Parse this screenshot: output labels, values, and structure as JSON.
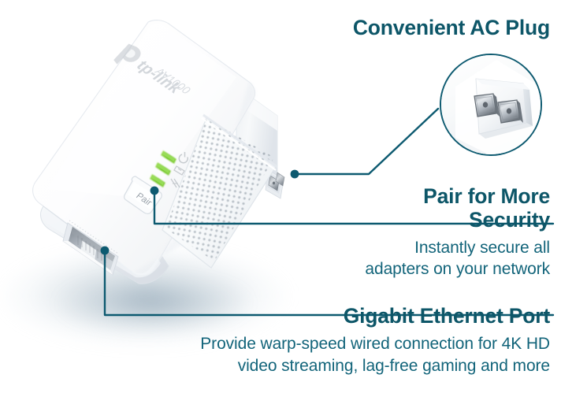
{
  "product": {
    "brand": "tp-link",
    "model_label": "AV1000",
    "pair_button_label": "Pair",
    "leds": [
      {
        "name": "power-led",
        "icon": "power-icon",
        "color": "#7ac943",
        "state": "on"
      },
      {
        "name": "powerline-led",
        "icon": "powerline-icon",
        "color": "#7ac943",
        "state": "on"
      },
      {
        "name": "ethernet-led",
        "icon": "ethernet-icon",
        "color": "#7ac943",
        "state": "on"
      }
    ]
  },
  "callouts": [
    {
      "id": "ac-plug",
      "title": "Convenient AC Plug",
      "subtitle": "",
      "anchor_label": "ac-plug-anchor"
    },
    {
      "id": "pair",
      "title_line1": "Pair for More",
      "title_line2": "Security",
      "subtitle_line1": "Instantly secure all",
      "subtitle_line2": "adapters on your network",
      "anchor_label": "pair-button-anchor"
    },
    {
      "id": "ethernet",
      "title": "Gigabit Ethernet Port",
      "subtitle_line1": "Provide warp-speed wired connection for 4K HD",
      "subtitle_line2": "video streaming, lag-free gaming and more",
      "anchor_label": "ethernet-port-anchor"
    }
  ],
  "inset": {
    "name": "ac-plug-magnifier",
    "depicts": "ac-plug-blades"
  },
  "colors": {
    "accent_teal": "#0d5a70",
    "title_teal": "#0d5668",
    "subtitle_teal": "#12647a",
    "led_green": "#7ac943",
    "device_white": "#ffffff",
    "background": "#ffffff"
  }
}
